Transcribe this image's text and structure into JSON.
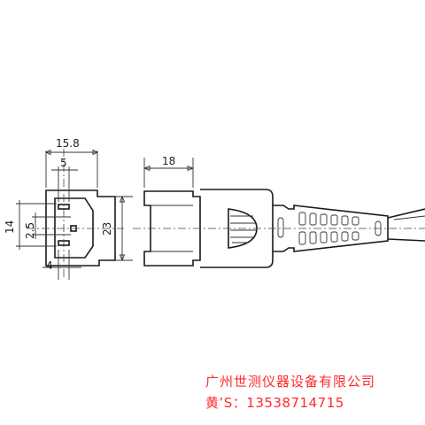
{
  "drawing": {
    "dimensions": {
      "overall_width": "15.8",
      "inner_width": "5",
      "height_outer": "14",
      "pin_pitch": "2.5",
      "body_height": "23",
      "bottom_offset": "4",
      "plug_width": "18"
    }
  },
  "watermark": {
    "company": "广州世测仪器设备有限公司",
    "contact_label": "黄’S：",
    "contact_number": "13538714715"
  },
  "colors": {
    "line": "#1a1a1a",
    "watermark": "#ff2a2a"
  }
}
